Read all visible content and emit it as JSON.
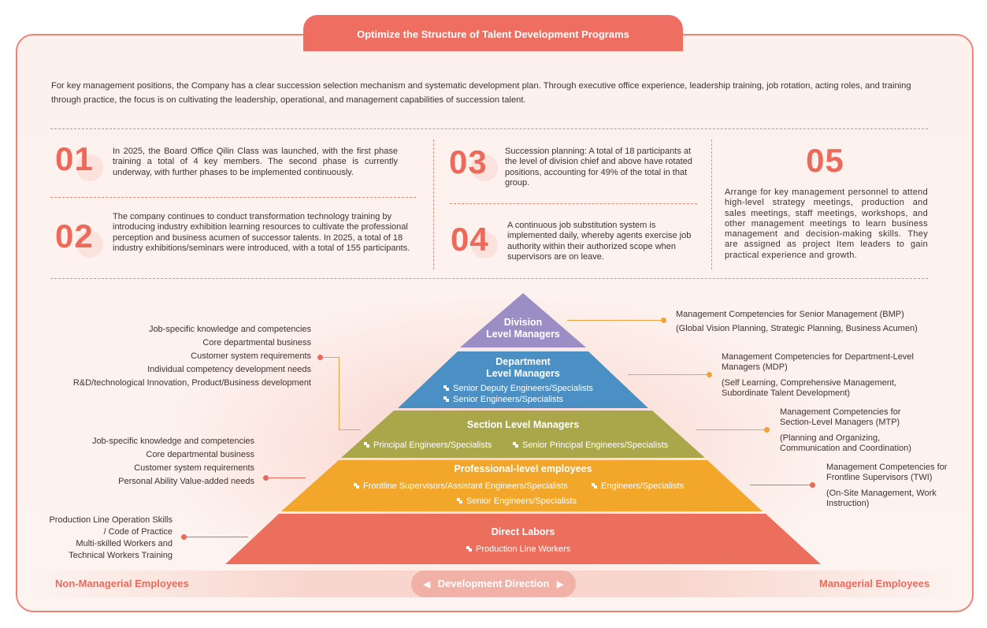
{
  "title": "Optimize the Structure of Talent Development Programs",
  "intro": "For key management positions, the Company has a clear succession selection mechanism and systematic development plan. Through executive office experience, leadership training, job rotation, acting roles, and training through practice, the focus is on cultivating the leadership, operational, and management capabilities of succession talent.",
  "points": [
    {
      "num": "01",
      "text": "In 2025, the Board Office Qilin Class was launched, with the first phase training a total of 4 key members. The second phase is currently underway, with further phases to be implemented continuously."
    },
    {
      "num": "02",
      "text": "The company continues to conduct transformation technology training by introducing industry exhibition learning resources to cultivate the professional perception and business acumen of successor talents. In 2025, a total of 18 industry exhibitions/seminars were introduced, with a total of 155 participants."
    },
    {
      "num": "03",
      "text": "Succession planning: A total of 18 participants at the level of division chief and above have rotated positions, accounting for 49% of the total in that group."
    },
    {
      "num": "04",
      "text": "A continuous job substitution system is implemented daily, whereby agents exercise job authority within their authorized scope when supervisors are on leave."
    },
    {
      "num": "05",
      "text": "Arrange for key management personnel to attend high-level strategy meetings, production and sales meetings, staff meetings, workshops, and other management meetings to learn business management and decision-making skills. They are assigned as project Item leaders to gain practical experience and growth."
    }
  ],
  "pyramid": {
    "tiers": [
      {
        "label_1": "Division",
        "label_2": "Level Managers",
        "color": "#9b8ec4",
        "subs": []
      },
      {
        "label_1": "Department",
        "label_2": "Level Managers",
        "color": "#4a90c4",
        "subs": [
          "Senior Deputy Engineers/Specialists",
          "Senior Engineers/Specialists"
        ]
      },
      {
        "label_1": "Section Level Managers",
        "color": "#a9a74a",
        "subs": [
          "Principal Engineers/Specialists",
          "Senior Principal Engineers/Specialists"
        ]
      },
      {
        "label_1": "Professional-level employees",
        "color": "#f2a62a",
        "subs": [
          "Frontline Supervisors/Assistant Engineers/Specialists",
          "Engineers/Specialists",
          "Senior Engineers/Specialists"
        ]
      },
      {
        "label_1": "Direct Labors",
        "color": "#ec6f5d",
        "subs": [
          "Production Line Workers"
        ]
      }
    ]
  },
  "left_groups": [
    [
      "Job-specific knowledge and competencies",
      "Core departmental business",
      "Customer system requirements",
      "Individual competency development needs",
      "R&D/technological Innovation, Product/Business development"
    ],
    [
      "Job-specific knowledge and competencies",
      "Core departmental business",
      "Customer system requirements",
      "Personal Ability Value-added needs"
    ],
    [
      "Production Line Operation Skills",
      "/ Code of Practice",
      "Multi-skilled Workers and",
      "Technical Workers Training"
    ]
  ],
  "right_groups": [
    {
      "title": "Management Competencies for Senior Management (BMP)",
      "detail": "(Global Vision Planning, Strategic Planning, Business Acumen)"
    },
    {
      "title_1": "Management Competencies for Department-Level",
      "title_2": "Managers (MDP)",
      "detail_1": "(Self Learning, Comprehensive Management,",
      "detail_2": "Subordinate Talent Development)"
    },
    {
      "title_1": "Management Competencies for",
      "title_2": "Section-Level Managers (MTP)",
      "detail_1": "(Planning and Organizing,",
      "detail_2": "Communication and Coordination)"
    },
    {
      "title_1": "Management Competencies for",
      "title_2": "Frontline Supervisors (TWI)",
      "detail_1": "(On-Site Management, Work",
      "detail_2": "Instruction)"
    }
  ],
  "bottom": {
    "left": "Non-Managerial Employees",
    "center": "Development Direction",
    "right": "Managerial Employees",
    "arrow_left": "◀",
    "arrow_right": "▶"
  },
  "colors": {
    "accent": "#ec6a5a",
    "orange": "#f2a23a"
  }
}
